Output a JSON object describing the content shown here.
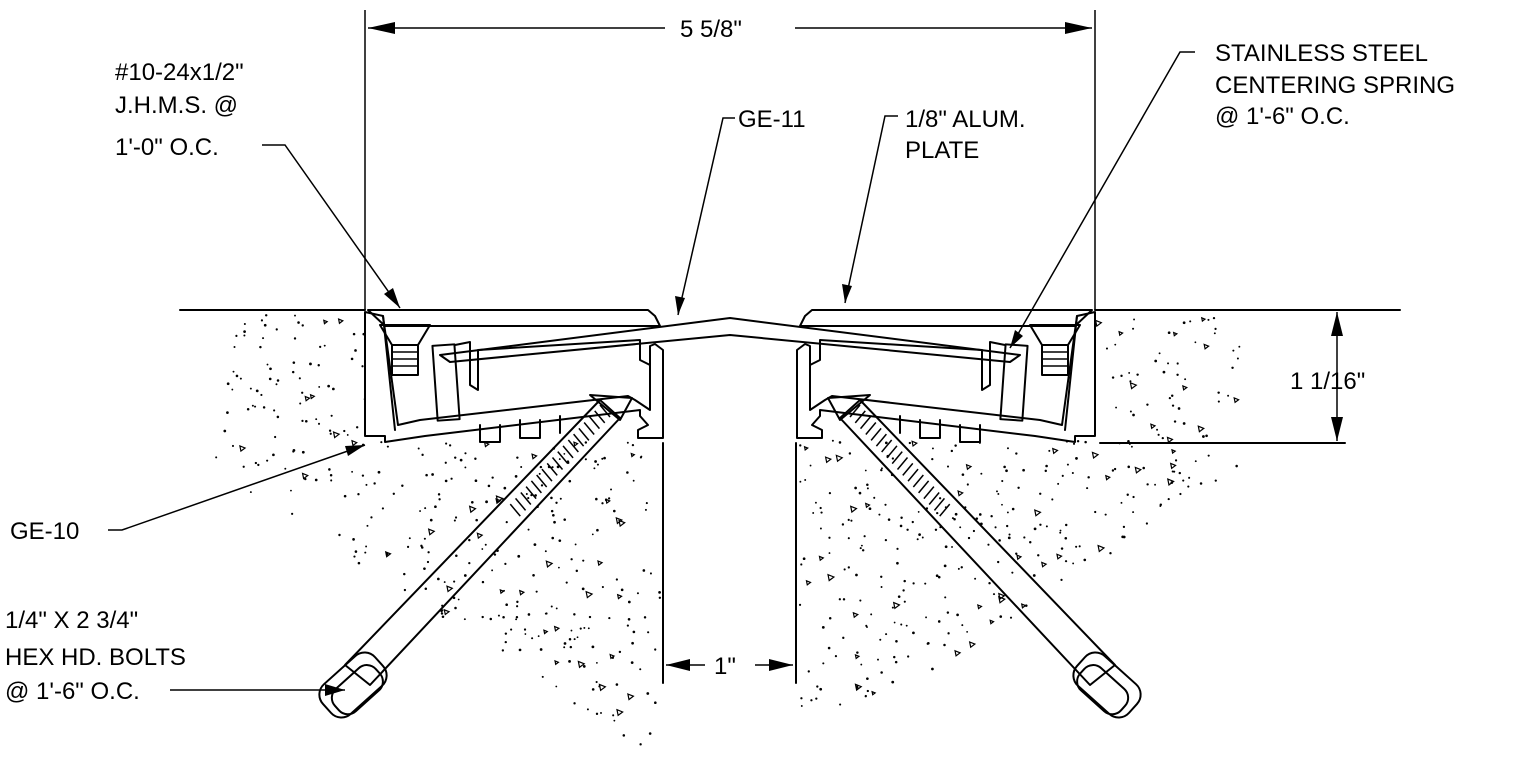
{
  "dimensions": {
    "overall_width": "5 5/8\"",
    "depth": "1 1/16\"",
    "gap": "1\""
  },
  "callouts": {
    "screws": [
      "#10-24x1/2\"",
      "J.H.M.S. @",
      "1'-0\" O.C."
    ],
    "ge11": "GE-11",
    "plate": [
      "1/8\" ALUM.",
      "PLATE"
    ],
    "spring": [
      "STAINLESS STEEL",
      "CENTERING SPRING",
      "@ 1'-6\" O.C."
    ],
    "ge10": "GE-10",
    "bolts": [
      "1/4\" X 2 3/4\"",
      "HEX HD. BOLTS",
      "@ 1'-6\" O.C."
    ]
  }
}
